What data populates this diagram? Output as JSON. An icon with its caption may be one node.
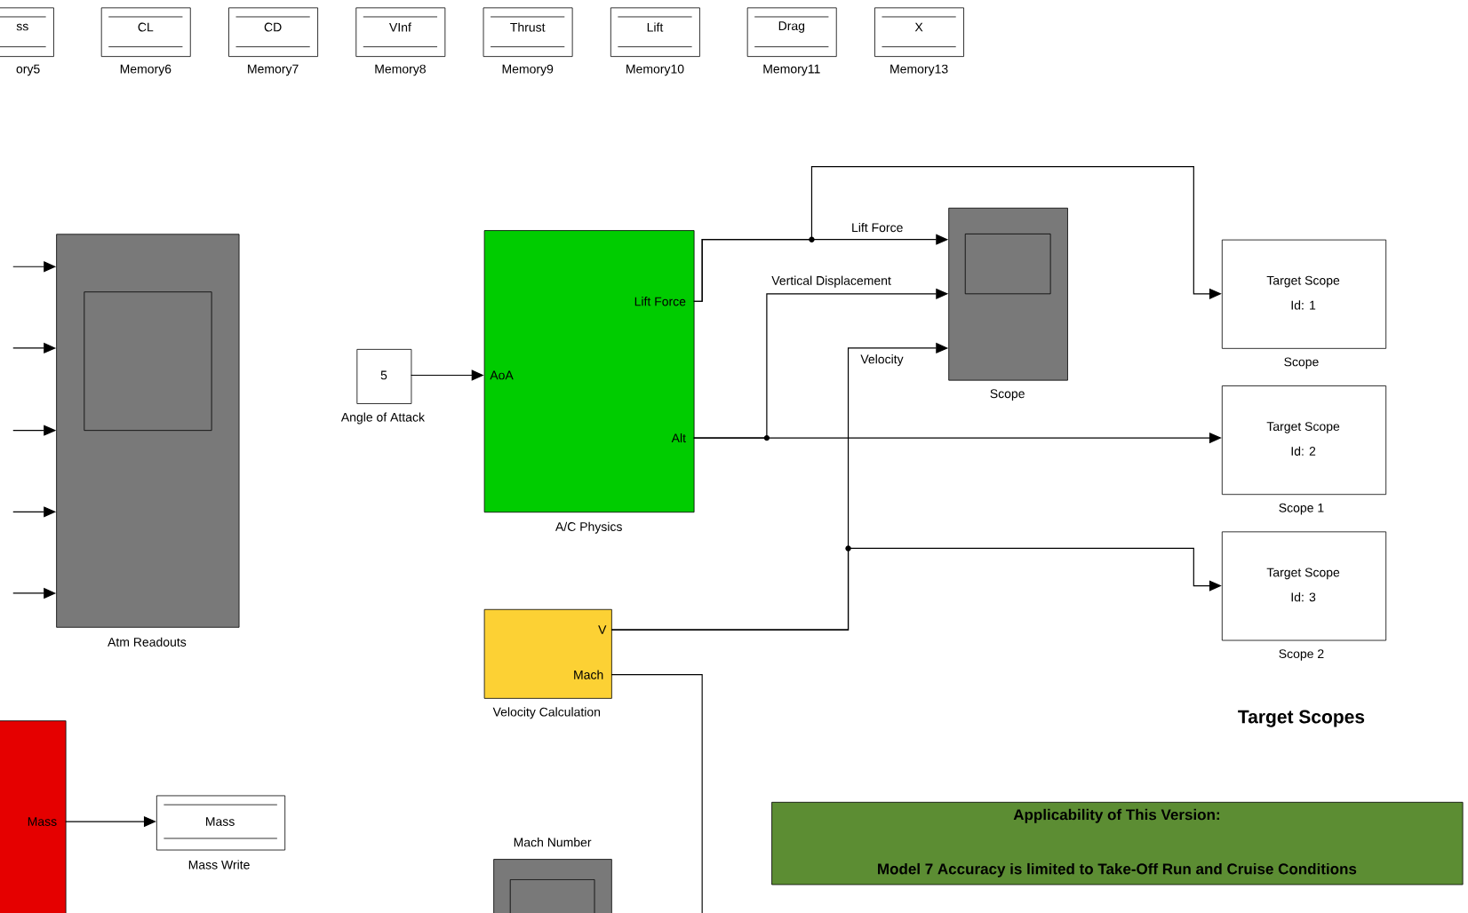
{
  "diagram": {
    "nodes": [
      {
        "text": [
          "ss",
          "ory5"
        ]
      },
      {
        "text": [
          "CL",
          "Memory6"
        ]
      },
      {
        "text": [
          "CD",
          "Memory7"
        ]
      },
      {
        "text": [
          "VInf",
          "Memory8"
        ]
      },
      {
        "text": [
          "Thrust",
          "Memory9"
        ]
      },
      {
        "text": [
          "Lift",
          "Memory10"
        ]
      },
      {
        "text": [
          "Drag",
          "Memory11"
        ]
      },
      {
        "text": [
          "X",
          "Memory13"
        ]
      },
      {
        "text": [
          "Atm Readouts"
        ]
      },
      {
        "text": [
          "5",
          "Angle of Attack"
        ]
      },
      {
        "text": [
          "AoA",
          "Lift Force",
          "Alt",
          "A/C Physics"
        ]
      },
      {
        "text": [
          "Scope"
        ]
      },
      {
        "text": [
          "Target Scope",
          "Id: 1",
          "Scope"
        ]
      },
      {
        "text": [
          "Target Scope",
          "Id: 2",
          "Scope 1"
        ]
      },
      {
        "text": [
          "Target Scope",
          "Id: 3",
          "Scope 2"
        ]
      },
      {
        "text": [
          "V",
          "Mach",
          "Velocity Calculation"
        ]
      },
      {
        "text": [
          "Mach Number"
        ]
      },
      {
        "text": [
          "Mass"
        ]
      },
      {
        "text": [
          "Mass",
          "Mass Write"
        ]
      },
      {
        "text": [
          "Applicability of This Version:",
          "Model 7 Accuracy is limited to Take-Off Run and Cruise Conditions"
        ]
      }
    ],
    "edges": [
      {
        "from": 9,
        "to": 10,
        "arrow": "to"
      },
      {
        "from": 10,
        "to": 11,
        "arrow": "to",
        "label": "Lift Force"
      },
      {
        "from": 10,
        "to": 12,
        "arrow": "to"
      },
      {
        "from": 10,
        "to": 13,
        "arrow": "to"
      },
      {
        "from": 10,
        "to": 11,
        "arrow": "to",
        "label": "Vertical Displacement"
      },
      {
        "from": 15,
        "to": 11,
        "arrow": "to",
        "label": "Velocity"
      },
      {
        "from": 15,
        "to": 14,
        "arrow": "to"
      },
      {
        "from": 15,
        "to": null,
        "arrow": "none"
      },
      {
        "from": 17,
        "to": 18,
        "arrow": "to"
      },
      {
        "from": null,
        "to": 8,
        "arrow": "to"
      },
      {
        "from": null,
        "to": 8,
        "arrow": "to"
      },
      {
        "from": null,
        "to": 8,
        "arrow": "to"
      },
      {
        "from": null,
        "to": 8,
        "arrow": "to"
      },
      {
        "from": null,
        "to": 8,
        "arrow": "to"
      }
    ],
    "labels": [
      "Target Scopes"
    ]
  }
}
